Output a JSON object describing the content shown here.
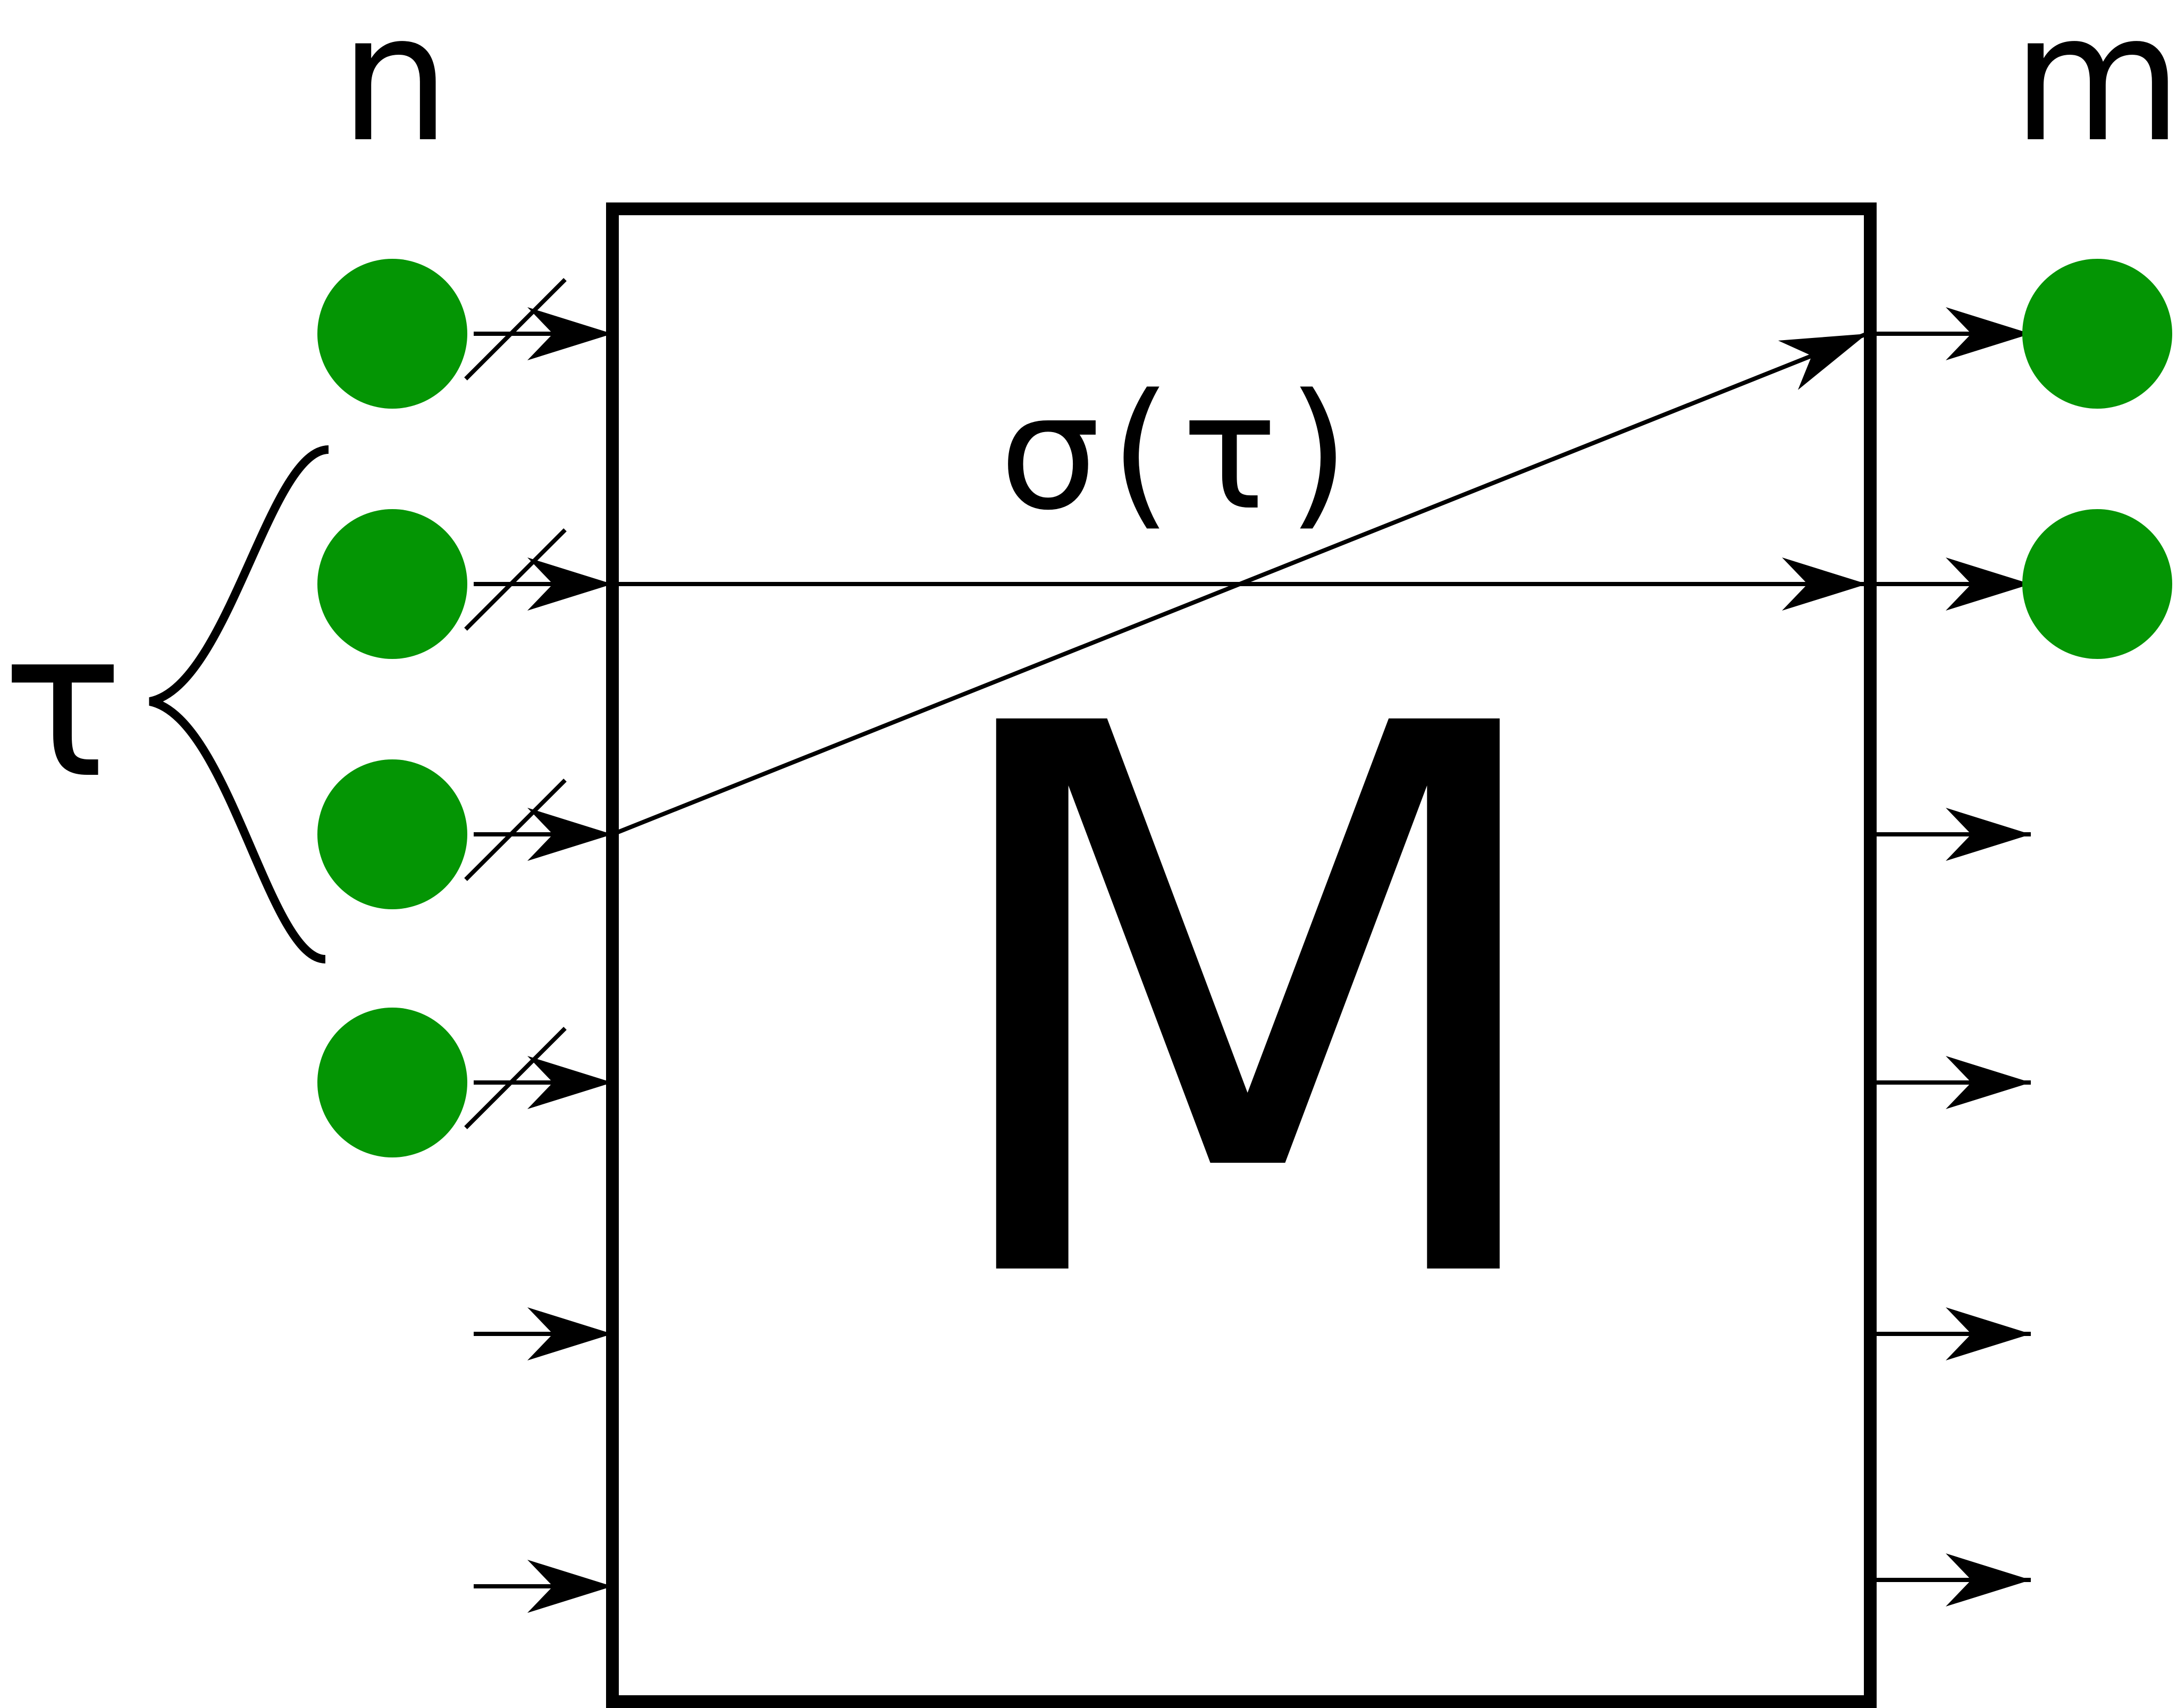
{
  "labels": {
    "input_count": "n",
    "output_count": "m",
    "subset": "τ",
    "mapping": "σ(τ)",
    "machine": "M"
  },
  "colors": {
    "node": "#049504",
    "stroke": "#000000",
    "background": "#ffffff"
  },
  "inputs": [
    {
      "id": "input-1",
      "has_node": true,
      "struck": true,
      "in_subset": false
    },
    {
      "id": "input-2",
      "has_node": true,
      "struck": true,
      "in_subset": true
    },
    {
      "id": "input-3",
      "has_node": true,
      "struck": true,
      "in_subset": true
    },
    {
      "id": "input-4",
      "has_node": true,
      "struck": true,
      "in_subset": false
    },
    {
      "id": "input-5",
      "has_node": false,
      "struck": false,
      "in_subset": false
    },
    {
      "id": "input-6",
      "has_node": false,
      "struck": false,
      "in_subset": false
    }
  ],
  "outputs": [
    {
      "id": "output-1",
      "has_node": true
    },
    {
      "id": "output-2",
      "has_node": true
    },
    {
      "id": "output-3",
      "has_node": false
    },
    {
      "id": "output-4",
      "has_node": false
    },
    {
      "id": "output-5",
      "has_node": false
    },
    {
      "id": "output-6",
      "has_node": false
    }
  ],
  "connections": [
    {
      "from": "input-2",
      "to": "output-2"
    },
    {
      "from": "input-3",
      "to": "output-1"
    }
  ]
}
